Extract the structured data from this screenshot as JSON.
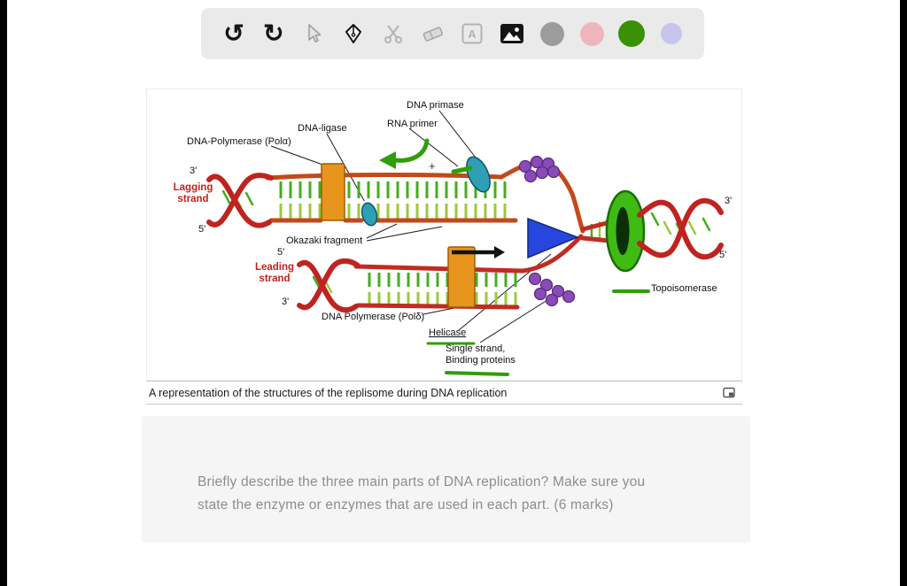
{
  "toolbar": {
    "undo_icon": "↺",
    "redo_icon": "↻",
    "text_tool_label": "A",
    "colors": {
      "gray": "#9c9c9c",
      "pink": "#f0b5bf",
      "green": "#3a9104",
      "lavender": "#c7c4ee"
    }
  },
  "diagram": {
    "labels": {
      "dna_primase": "DNA primase",
      "rna_primer": "RNA primer",
      "dna_ligase": "DNA-ligase",
      "pol_alpha": "DNA-Polymerase (Polα)",
      "lagging_strand": "Lagging\nstrand",
      "okazaki": "Okazaki fragment",
      "leading_strand": "Leading\nstrand",
      "pol_delta": "DNA Polymerase (Polδ)",
      "helicase": "Helicase",
      "ssb": "Single strand,\nBinding proteins",
      "topoisomerase": "Topoisomerase",
      "plus_mark": "+"
    },
    "primes": {
      "lagging_top": "3'",
      "lagging_bottom": "5'",
      "leading_top": "5'",
      "leading_bottom": "3'",
      "right_top": "3'",
      "right_bottom": "5'"
    },
    "annotation_color": "#2f9e09",
    "caption": "A representation of the structures of the replisome during DNA replication"
  },
  "question": {
    "line1": "Briefly describe the three main parts of DNA replication? Make sure you",
    "line2": "state the enzyme or enzymes that are used in each part. (6 marks)"
  }
}
